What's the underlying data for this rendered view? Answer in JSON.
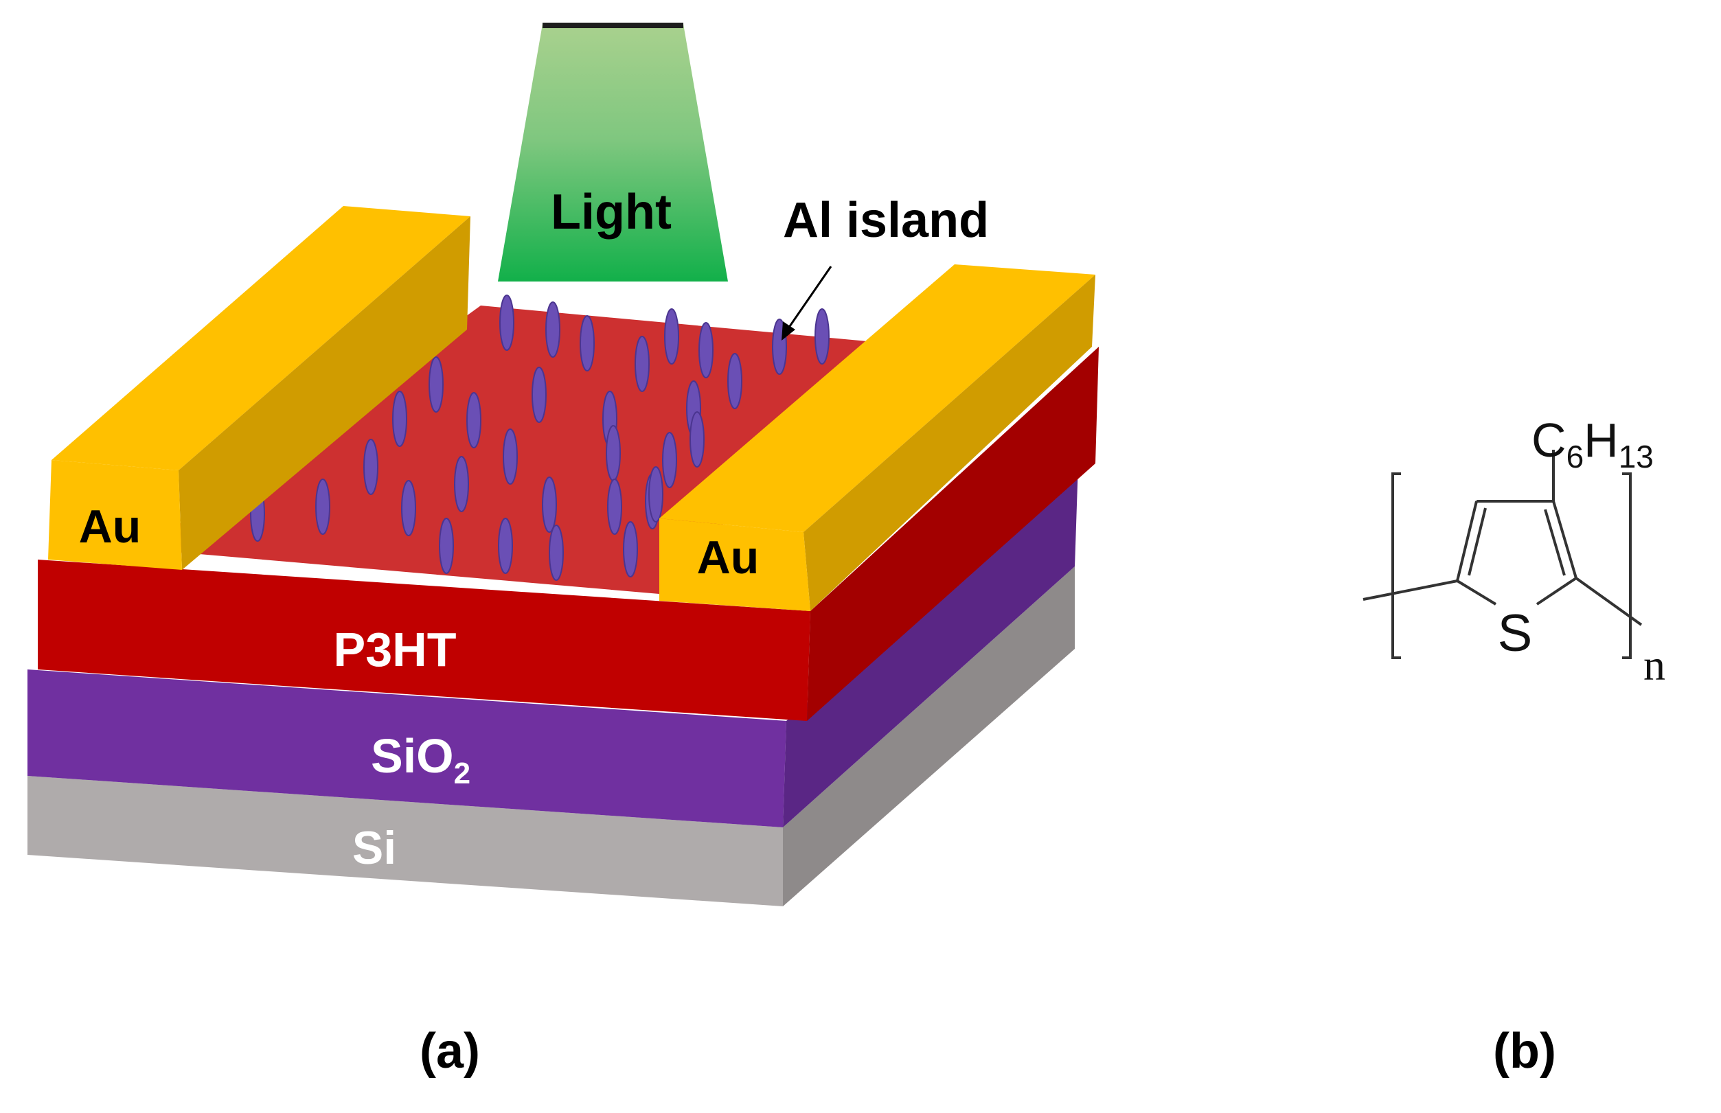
{
  "panel_a": {
    "caption": "(a)",
    "labels": {
      "light": "Light",
      "al_island": "Al island",
      "au_left": "Au",
      "au_right": "Au",
      "p3ht": "P3HT",
      "sio2_base": "SiO",
      "sio2_sub": "2",
      "si": "Si"
    }
  },
  "panel_b": {
    "caption": "(b)",
    "labels": {
      "c": "C",
      "c_sub": "6",
      "h": "H",
      "h_sub": "13",
      "sulfur": "S",
      "repeat_n": "n"
    }
  },
  "colors": {
    "gold": "#ffc000",
    "p3ht_red": "#c00000",
    "sio2_purple": "#7030a0",
    "si_gray": "#afabab",
    "al_island_blue": "#6a4fb5",
    "light_green": "#22b24c"
  }
}
